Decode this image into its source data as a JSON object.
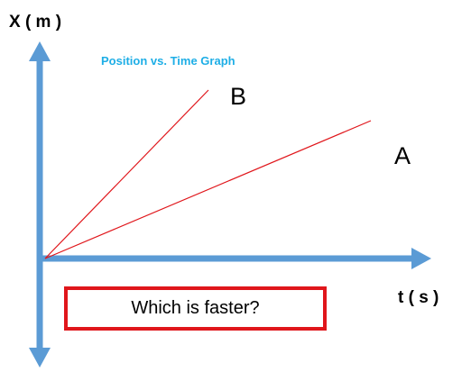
{
  "diagram": {
    "y_axis_label": "X ( m )",
    "x_axis_label": "t ( s )",
    "title": "Position vs. Time  Graph",
    "line_b_label": "B",
    "line_a_label": "A",
    "question": "Which is faster?"
  },
  "colors": {
    "axis": "#5b9bd5",
    "lines": "#e0161b",
    "title": "#1eaee6",
    "box_border": "#e0161b"
  }
}
